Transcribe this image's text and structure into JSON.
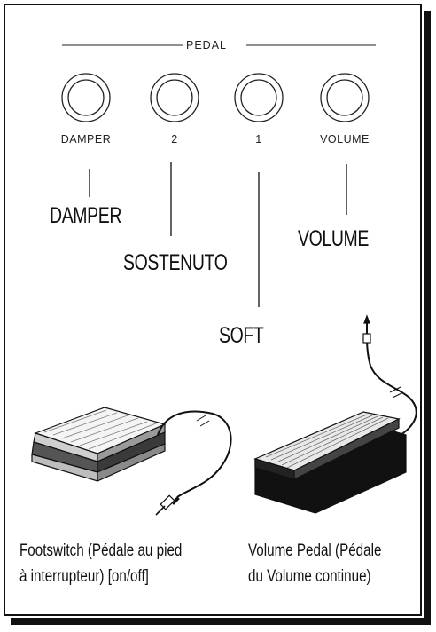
{
  "panel": {
    "title": "PEDAL",
    "jacks": [
      {
        "id": "damper",
        "label": "DAMPER"
      },
      {
        "id": "two",
        "label": "2"
      },
      {
        "id": "one",
        "label": "1"
      },
      {
        "id": "volume",
        "label": "VOLUME"
      }
    ]
  },
  "functions": {
    "damper": "DAMPER",
    "sostenuto": "SOSTENUTO",
    "soft": "SOFT",
    "volume": "VOLUME"
  },
  "captions": {
    "footswitch": {
      "line1": "Footswitch (Pédale au pied",
      "line2": "à interrupteur) [on/off]"
    },
    "volume_pedal": {
      "line1": "Volume Pedal (Pédale",
      "line2": "du Volume continue)"
    }
  }
}
